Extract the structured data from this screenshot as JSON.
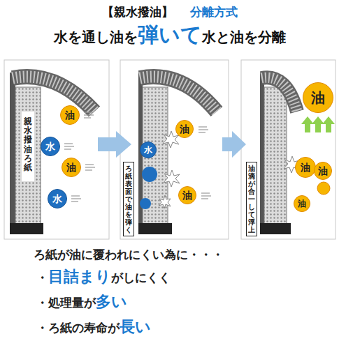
{
  "diagram": {
    "title": "【親水撥油】",
    "nodes": [
      {
        "text": [
          "油"
        ]
      },
      {
        "text": [
          "水"
        ]
      },
      {
        "text": [
          "油"
        ]
      },
      {
        "text": [
          "水"
        ]
      },
      {
        "text": [
          "ろ紙表面で油を弾く"
        ]
      },
      {
        "text": [
          "水"
        ]
      },
      {
        "text": [
          "油"
        ]
      },
      {
        "text": [
          "油"
        ]
      },
      {
        "text": [
          "油滴が合一して浮上"
        ]
      },
      {
        "text": [
          "油"
        ]
      },
      {
        "text": [
          "油"
        ]
      },
      {
        "text": [
          "油"
        ]
      },
      {
        "text": [
          "油"
        ]
      }
    ],
    "labels": [
      "分離方式",
      "水を通し油を",
      "弾いて",
      "水と油を分離",
      "親水撥油ろ紙",
      "ろ紙が油に覆われにくい為に・・・",
      "・",
      "目詰まり",
      "がしにくく",
      "・処理量が",
      "多い",
      "・ろ紙の寿命が",
      "長い"
    ]
  }
}
